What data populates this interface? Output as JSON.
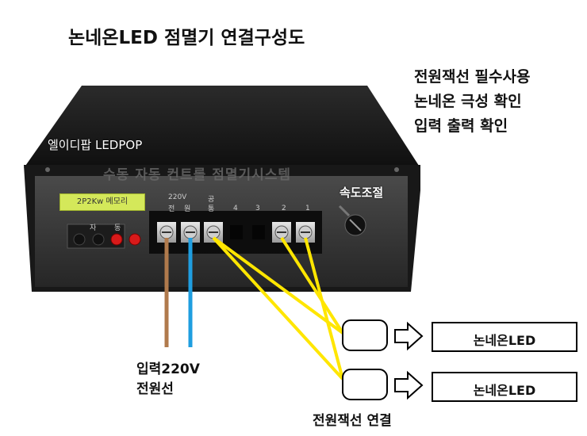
{
  "title": "논네온LED 점멸기 연결구성도",
  "notes": [
    "전원잭선 필수사용",
    "논네온 극성 확인",
    "입력 출력 확인"
  ],
  "device": {
    "brand_label": "엘이디팝 LEDPOP",
    "panel_title": "수동 자동 컨트롤 점멸기시스템",
    "chip_label": "2P2Kw 메모리",
    "speed_label": "속도조절",
    "switch_labels": [
      "자",
      "동"
    ],
    "terminal_top_labels": [
      "220V",
      "공"
    ],
    "terminal_sub_labels": [
      "전",
      "원",
      "통"
    ],
    "terminal_numbers": [
      "4",
      "3",
      "2",
      "1"
    ]
  },
  "input_label": [
    "입력220V",
    "전원선"
  ],
  "wiring_label": "전원잭선 연결",
  "outputs": [
    {
      "label": "논네온LED"
    },
    {
      "label": "논네온LED"
    }
  ],
  "colors": {
    "case": "#1a1a1a",
    "panel": "#3a3a3a",
    "wire_brown": "#b07a4c",
    "wire_blue": "#1f9ee0",
    "wire_yellow": "#ffe600",
    "led_red": "#d81a1a"
  }
}
